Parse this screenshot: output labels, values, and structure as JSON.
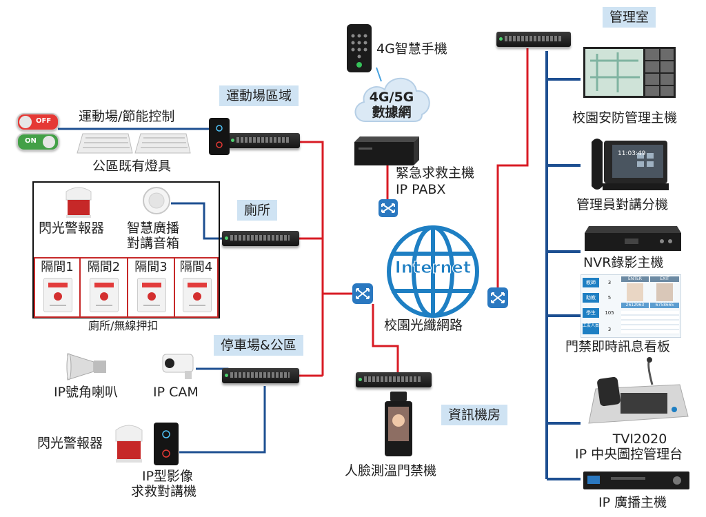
{
  "zones": {
    "management_room": "管理室",
    "sports_area": "運動場區域",
    "restroom": "廁所",
    "parking": "停車場&公區",
    "data_center": "資訊機房"
  },
  "labels": {
    "smartphone": "4G智慧手機",
    "cloud_line1": "4G/5G",
    "cloud_line2": "數據網",
    "emergency_host": "緊急求救主機",
    "ip_pabx": "IP PABX",
    "campus_network": "校園光纖網路",
    "internet": "Internet",
    "face_access": "人臉測溫門禁機",
    "sports_control": "運動場/節能控制",
    "public_lights": "公區既有燈具",
    "flash_alarm_1": "閃光警報器",
    "speaker_line1": "智慧廣播",
    "speaker_line2": "對講音箱",
    "restroom_caption": "廁所/無線押扣",
    "horn": "IP號角喇叭",
    "ip_cam": "IP CAM",
    "flash_alarm_2": "閃光警報器",
    "intercom_line1": "IP型影像",
    "intercom_line2": "求救對講機",
    "campus_security_host": "校園安防管理主機",
    "admin_intercom": "管理員對講分機",
    "nvr": "NVR錄影主機",
    "access_board": "門禁即時訊息看板",
    "console_line1": "TVI2020",
    "console_line2": "IP 中央圖控管理台",
    "broadcast_host": "IP 廣播主機"
  },
  "toggles": {
    "off": "OFF",
    "on": "ON"
  },
  "stalls": [
    "隔間1",
    "隔間2",
    "隔間3",
    "隔間4"
  ],
  "board": {
    "headers": [
      "ENTER",
      "EXIT"
    ],
    "rows": [
      {
        "label": "教師",
        "value": "3"
      },
      {
        "label": "助教",
        "value": "5"
      },
      {
        "label": "學生",
        "value": "105"
      },
      {
        "label": "工友人員",
        "value": "3"
      }
    ],
    "id_left": "2612963",
    "id_right": "6758665"
  },
  "phone_time": "11:03:49",
  "colors": {
    "red_link": "#d81b24",
    "blue_link": "#1d4f91",
    "tag_bg": "#cfe3f3",
    "globe": "#1e7fc3"
  }
}
